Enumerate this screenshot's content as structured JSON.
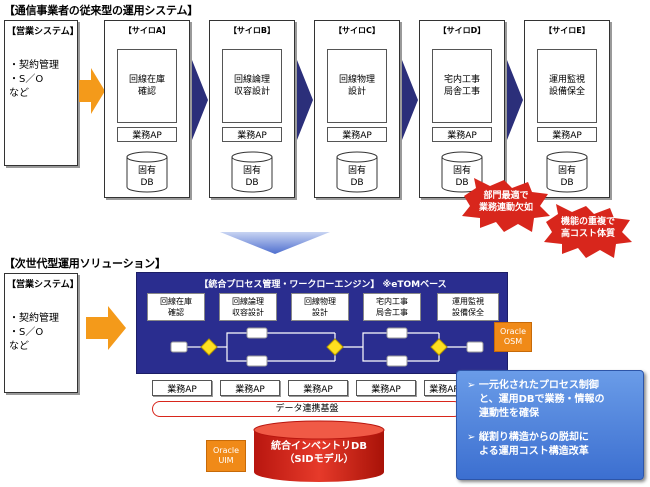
{
  "top": {
    "heading": "【通信事業者の従来型の運用システム】",
    "business": {
      "title": "【営業システム】",
      "items": [
        "・契約管理",
        "・S／O",
        "など"
      ]
    },
    "silos": [
      {
        "label": "【サイロA】",
        "task_line1": "回線在庫",
        "task_line2": "確認",
        "ap": "業務AP",
        "db_line1": "固有",
        "db_line2": "DB"
      },
      {
        "label": "【サイロB】",
        "task_line1": "回線論理",
        "task_line2": "収容設計",
        "ap": "業務AP",
        "db_line1": "固有",
        "db_line2": "DB"
      },
      {
        "label": "【サイロC】",
        "task_line1": "回線物理",
        "task_line2": "設計",
        "ap": "業務AP",
        "db_line1": "固有",
        "db_line2": "DB"
      },
      {
        "label": "【サイロD】",
        "task_line1": "宅内工事",
        "task_line2": "局舎工事",
        "ap": "業務AP",
        "db_line1": "固有",
        "db_line2": "DB"
      },
      {
        "label": "【サイロE】",
        "task_line1": "運用監視",
        "task_line2": "設備保全",
        "ap": "業務AP",
        "db_line1": "固有",
        "db_line2": "DB"
      }
    ],
    "problems": [
      {
        "line1": "部門最適で",
        "line2": "業務連動欠如"
      },
      {
        "line1": "機能の重複で",
        "line2": "高コスト体質"
      }
    ]
  },
  "bottom": {
    "heading": "【次世代型運用ソリューション】",
    "business": {
      "title": "【営業システム】",
      "items": [
        "・契約管理",
        "・S／O",
        "など"
      ]
    },
    "engine_title": "【統合プロセス管理・ワークローエンジン】 ※eTOMベース",
    "processes": [
      {
        "line1": "回線在庫",
        "line2": "確認"
      },
      {
        "line1": "回線論理",
        "line2": "収容設計"
      },
      {
        "line1": "回線物理",
        "line2": "設計"
      },
      {
        "line1": "宅内工事",
        "line2": "局舎工事"
      },
      {
        "line1": "運用監視",
        "line2": "設備保全"
      }
    ],
    "osm_line1": "Oracle",
    "osm_line2": "OSM",
    "ap_boxes": [
      "業務AP",
      "業務AP",
      "業務AP",
      "業務AP",
      "業務AP"
    ],
    "data_bus": "データ連携基盤",
    "uim_line1": "Oracle",
    "uim_line2": "UIM",
    "inventory_line1": "統合インベントリDB",
    "inventory_line2": "（SIDモデル）",
    "solutions": [
      {
        "line1": "➢ 一元化されたプロセス制御",
        "line2": "と、運用DBで業務・情報の",
        "line3": "連動性を確保"
      },
      {
        "line1": "➢ 縦割り構造からの脱却に",
        "line2": "よる運用コスト構造改革",
        "line3": ""
      }
    ]
  },
  "colors": {
    "navy": "#2a2d8f",
    "arrow_navy": "#2b2f7a",
    "orange": "#f49a1a",
    "red": "#d8261c",
    "solution_blue": "#4a80dc"
  }
}
